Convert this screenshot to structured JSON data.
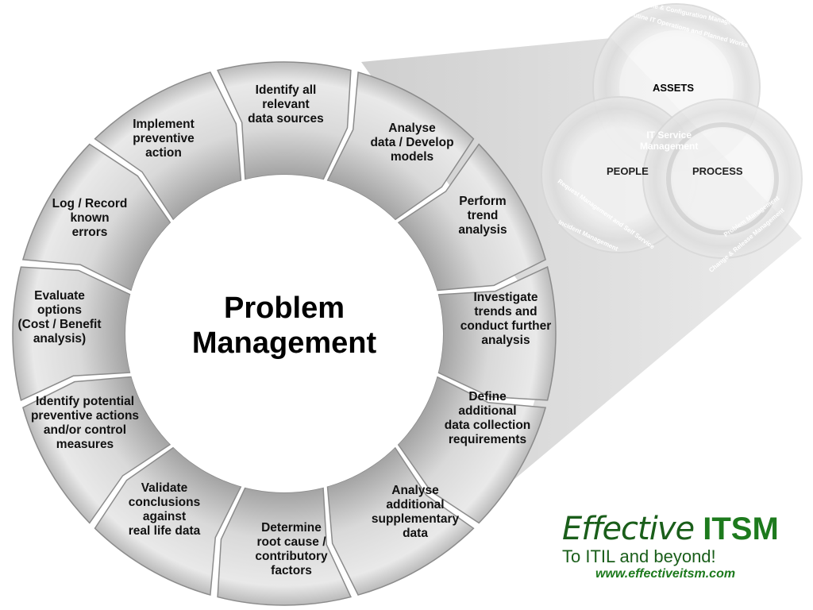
{
  "center_title": "Problem\nManagement",
  "steps": [
    "Identify all\nrelevant\ndata sources",
    "Analyse\ndata / Develop\nmodels",
    "Perform\ntrend\nanalysis",
    "Investigate\ntrends and\nconduct further\nanalysis",
    "Define\nadditional\ndata collection\nrequirements",
    "Analyse\nadditional\nsupplementary\ndata",
    "Determine\nroot cause /\ncontributory\nfactors",
    "Validate\nconclusions\nagainst\nreal life data",
    "Identify potential\npreventive actions\nand/or control\nmeasures",
    "Evaluate\noptions\n(Cost / Benefit\nanalysis)",
    "Log / Record\nknown\nerrors",
    "Implement\npreventive\naction"
  ],
  "venn": {
    "assets": "ASSETS",
    "people": "PEOPLE",
    "process": "PROCESS",
    "core": "IT Service\nManagement",
    "ring_assets_outer": "Asset Lifecycle & Configuration Management",
    "ring_assets_inner": "Routine IT Operations and Planned Works",
    "ring_people_inner": "Request Management and Self Service",
    "ring_people_outer": "Incident Management",
    "ring_process_inner": "Problem Management",
    "ring_process_outer": "Change & Release Management"
  },
  "logo": {
    "word1": "Effective",
    "word2": "ITSM",
    "tagline": "To ITIL and beyond!",
    "url": "www.effectiveitsm.com"
  },
  "colors": {
    "segment_light": "#e6e6e6",
    "segment_dark": "#a9a9a9",
    "logo_green": "#1d6b1d"
  }
}
